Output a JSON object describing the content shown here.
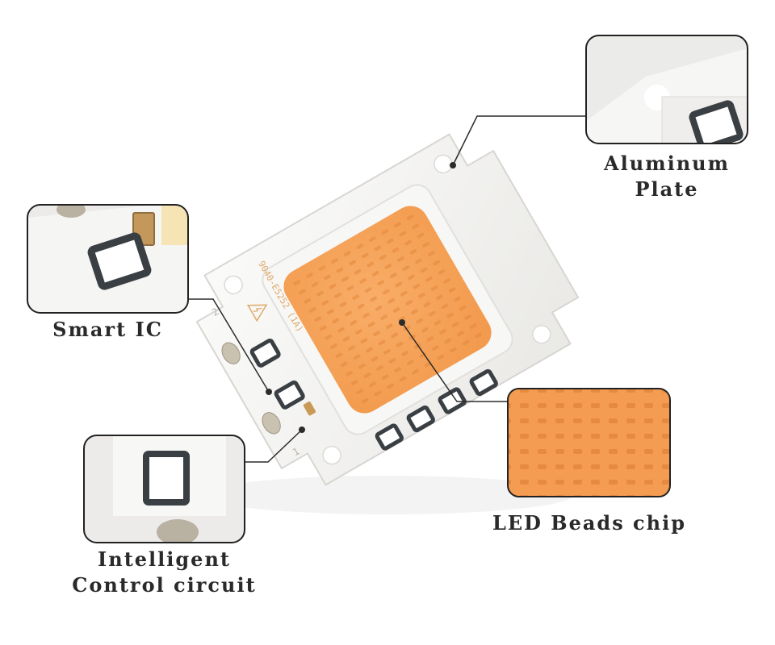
{
  "callouts": {
    "aluminum_plate": {
      "line1": "Aluminum",
      "line2": "Plate"
    },
    "smart_ic": {
      "line1": "Smart IC"
    },
    "control_circuit": {
      "line1": "Intelligent",
      "line2": "Control circuit"
    },
    "led_chip": {
      "line1": "LED Beads chip"
    }
  },
  "board_markings": {
    "part_number": "9040-E5252 (1A)",
    "mark_2": "2",
    "mark_1": "1"
  },
  "colors": {
    "board": "#f4f3f1",
    "phosphor": "#f7a25a",
    "leader_line": "#2b2b2b",
    "callout_border": "#222222",
    "pad": "#3a3f44"
  },
  "icons": {
    "warning": "high-voltage-warning-icon"
  }
}
